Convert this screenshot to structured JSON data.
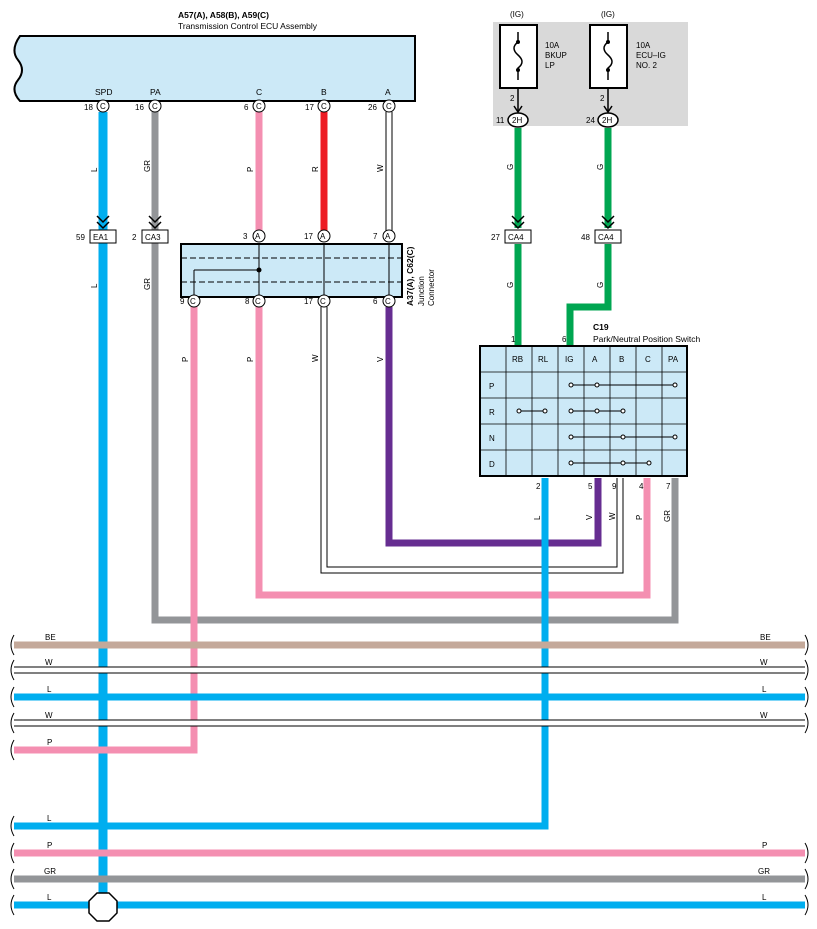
{
  "ecu": {
    "title": "A57(A), A58(B), A59(C)",
    "subtitle": "Transmission Control ECU Assembly",
    "pins": [
      {
        "name": "SPD",
        "num": "18",
        "conn": "C"
      },
      {
        "name": "PA",
        "num": "16",
        "conn": "C"
      },
      {
        "name": "C",
        "num": "6",
        "conn": "C"
      },
      {
        "name": "B",
        "num": "17",
        "conn": "C"
      },
      {
        "name": "A",
        "num": "26",
        "conn": "C"
      }
    ]
  },
  "fuses": [
    {
      "ig": "(IG)",
      "rating": "10A",
      "line1": "BKUP",
      "line2": "LP",
      "pin": "2",
      "num": "11",
      "conn": "2H"
    },
    {
      "ig": "(IG)",
      "rating": "10A",
      "line1": "ECU–IG",
      "line2": "NO. 2",
      "pin": "2",
      "num": "24",
      "conn": "2H"
    }
  ],
  "wire_colors": {
    "L": "#00aeef",
    "GR": "#939598",
    "P": "#f48fb1",
    "R": "#ed1c24",
    "W": "#ffffff",
    "G": "#00a651",
    "V": "#662d91",
    "BE": "#c4a99a"
  },
  "wire_labels": {
    "spd": "L",
    "pa": "GR",
    "c": "P",
    "b": "R",
    "a": "W",
    "g1": "G",
    "g2": "G",
    "lower_l": "L",
    "lower_gr": "GR",
    "jc_p1": "P",
    "jc_p2": "P",
    "jc_w": "W",
    "jc_v": "V",
    "sw_l": "L",
    "sw_v": "V",
    "sw_w": "W",
    "sw_p": "P",
    "sw_gr": "GR"
  },
  "connectors": {
    "ea1": {
      "num": "59",
      "name": "EA1"
    },
    "ca3": {
      "num": "2",
      "name": "CA3"
    },
    "ca4a": {
      "num": "27",
      "name": "CA4"
    },
    "ca4b": {
      "num": "48",
      "name": "CA4"
    }
  },
  "junction": {
    "title": "A37(A), C62(C)",
    "line1": "Junction",
    "line2": "Connector",
    "top_pins": [
      {
        "num": "3",
        "conn": "A"
      },
      {
        "num": "17",
        "conn": "A"
      },
      {
        "num": "7",
        "conn": "A"
      }
    ],
    "bottom_pins": [
      {
        "num": "9",
        "conn": "C"
      },
      {
        "num": "8",
        "conn": "C"
      },
      {
        "num": "17",
        "conn": "C"
      },
      {
        "num": "6",
        "conn": "C"
      }
    ]
  },
  "switch": {
    "code": "C19",
    "name": "Park/Neutral Position Switch",
    "top_pins": [
      "1",
      "6"
    ],
    "bottom_pins": [
      "2",
      "5",
      "9",
      "4",
      "7"
    ],
    "columns": [
      "RB",
      "RL",
      "IG",
      "A",
      "B",
      "C",
      "PA"
    ],
    "rows": [
      "P",
      "R",
      "N",
      "D"
    ]
  },
  "buses": {
    "upper": [
      {
        "label": "BE",
        "right": "BE"
      },
      {
        "label": "W",
        "right": "W"
      },
      {
        "label": "L",
        "right": "L"
      },
      {
        "label": "W",
        "right": "W"
      },
      {
        "label": "P",
        "right": ""
      }
    ],
    "lower": [
      {
        "label": "L",
        "right": ""
      },
      {
        "label": "P",
        "right": "P"
      },
      {
        "label": "GR",
        "right": "GR"
      },
      {
        "label": "L",
        "right": "L"
      }
    ]
  }
}
